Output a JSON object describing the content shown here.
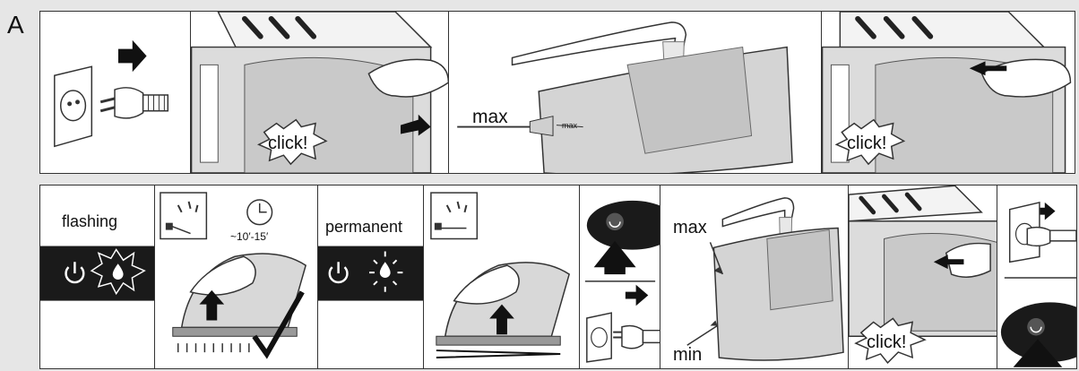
{
  "row_label": "A",
  "labels": {
    "click": "click!",
    "max": "max",
    "max_small": "max",
    "min": "min",
    "flashing": "flashing",
    "permanent": "permanent",
    "time": "~10′-15′"
  },
  "colors": {
    "panel_bg": "#ffffff",
    "tank_gray": "#cfcfcf",
    "line": "#333333",
    "dark": "#1a1a1a"
  },
  "icons": [
    "arrow-right-icon",
    "plug-icon",
    "socket-icon",
    "power-icon",
    "water-drop-icon",
    "clock-icon",
    "gauge-icon",
    "arrow-up-icon",
    "arrow-left-icon",
    "iron-icon",
    "tap-icon",
    "check-icon"
  ]
}
